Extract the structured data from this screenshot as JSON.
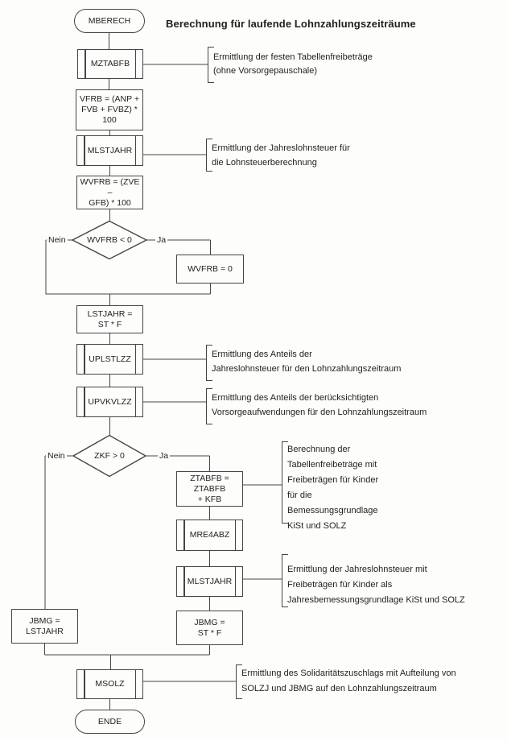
{
  "title": "Berechnung für laufende Lohnzahlungszeiträume",
  "flowchart": {
    "nodes": {
      "mberech": "MBERECH",
      "mztabfb": "MZTABFB",
      "vfrb": "VFRB = (ANP +\nFVB + FVBZ) *\n100",
      "mlstjahr1": "MLSTJAHR",
      "wvfrb_calc": "WVFRB = (ZVE –\nGFB) * 100",
      "wvfrb_decision": "WVFRB < 0",
      "wvfrb_zero": "WVFRB = 0",
      "lstjahr": "LSTJAHR =\nST * F",
      "uplstlzz": "UPLSTLZZ",
      "upvkvlzz": "UPVKVLZZ",
      "zkf_decision": "ZKF > 0",
      "ztabfb": "ZTABFB =\nZTABFB\n+ KFB",
      "mre4abz": "MRE4ABZ",
      "mlstjahr2": "MLSTJAHR",
      "jbmg_st": "JBMG =\nST * F",
      "jbmg_lstjahr": "JBMG =\nLSTJAHR",
      "msolz": "MSOLZ",
      "ende": "ENDE"
    },
    "edge_labels": {
      "nein1": "Nein",
      "ja1": "Ja",
      "nein2": "Nein",
      "ja2": "Ja"
    },
    "annotations": [
      "Ermittlung der festen Tabellenfreibeträge\n(ohne Vorsorgepauschale)",
      "Ermittlung der Jahreslohnsteuer für\ndie Lohnsteuerberechnung",
      "Ermittlung des Anteils der\nJahreslohnsteuer für den Lohnzahlungszeitraum",
      "Ermittlung des Anteils der berücksichtigten\nVorsorgeaufwendungen für den Lohnzahlungszeitraum",
      "Berechnung der\nTabellenfreibeträge mit\nFreibeträgen für Kinder\nfür die\nBemessungsgrundlage\nKiSt und SOLZ",
      "Ermittlung der Jahreslohnsteuer mit\nFreibeträgen für Kinder als\nJahresbemessungsgrundlage KiSt und SOLZ",
      "Ermittlung des Solidaritätszuschlags mit Aufteilung von\nSOLZJ und JBMG auf den Lohnzahlungszeitraum"
    ],
    "colors": {
      "line": "#454545",
      "text": "#1f1f1f",
      "background": "#fdfdfc"
    }
  }
}
